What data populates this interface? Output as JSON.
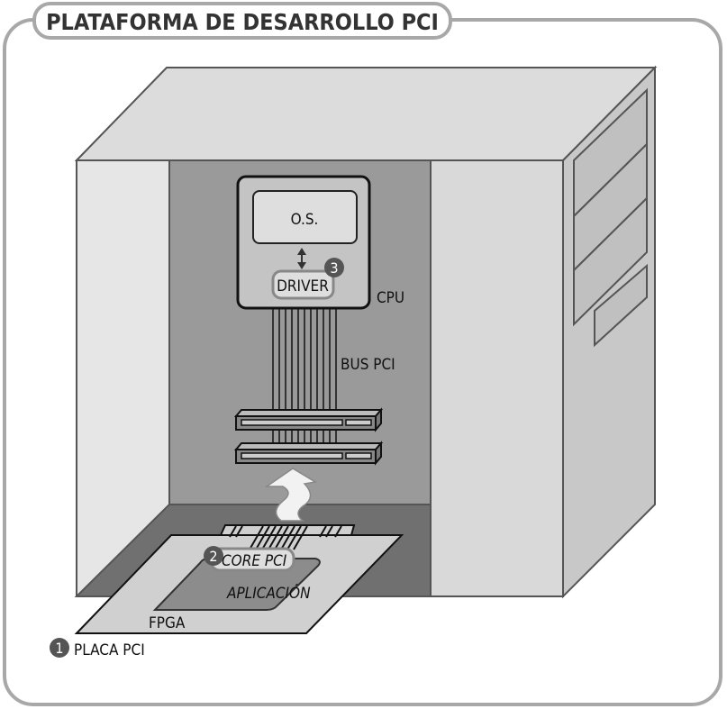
{
  "title": "PLATAFORMA DE DESARROLLO PCI",
  "labels": {
    "os": "O.S.",
    "driver": "DRIVER",
    "cpu": "CPU",
    "bus": "BUS PCI",
    "core": "CORE PCI",
    "app": "APLICACIÓN",
    "fpga": "FPGA",
    "placa": "PLACA PCI"
  },
  "badges": {
    "placa": "1",
    "core": "2",
    "driver": "3"
  },
  "colors": {
    "frame": "#a8a8a8",
    "badge": "#555555",
    "interior": "#9a9a9a",
    "floor": "#707070"
  }
}
